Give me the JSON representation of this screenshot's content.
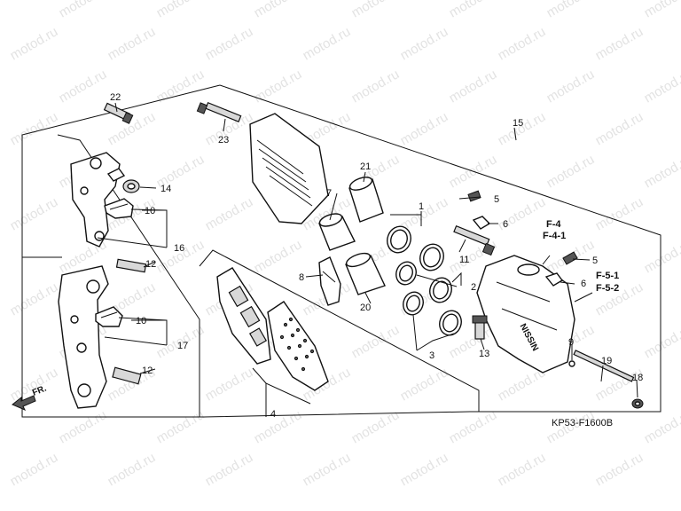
{
  "watermark": "motod.ru",
  "figure_code": "KP53-F1600B",
  "front_arrow_label": "FR.",
  "callouts": {
    "c22": "22",
    "c23": "23",
    "c21": "21",
    "c15": "15",
    "c14": "14",
    "c10a": "10",
    "c16": "16",
    "c12a": "12",
    "c7": "7",
    "c1": "1",
    "c5a": "5",
    "c6a": "6",
    "c11": "11",
    "c8": "8",
    "c2": "2",
    "c20": "20",
    "c10b": "10",
    "c17": "17",
    "c12b": "12",
    "c3": "3",
    "c13": "13",
    "c9": "9",
    "c19": "19",
    "c18": "18",
    "c4": "4",
    "c5b": "5",
    "c6b": "6"
  },
  "references": {
    "f4": "F-4",
    "f41": "F-4-1",
    "f51": "F-5-1",
    "f52": "F-5-2"
  },
  "caliper_brand": "NISSIN"
}
